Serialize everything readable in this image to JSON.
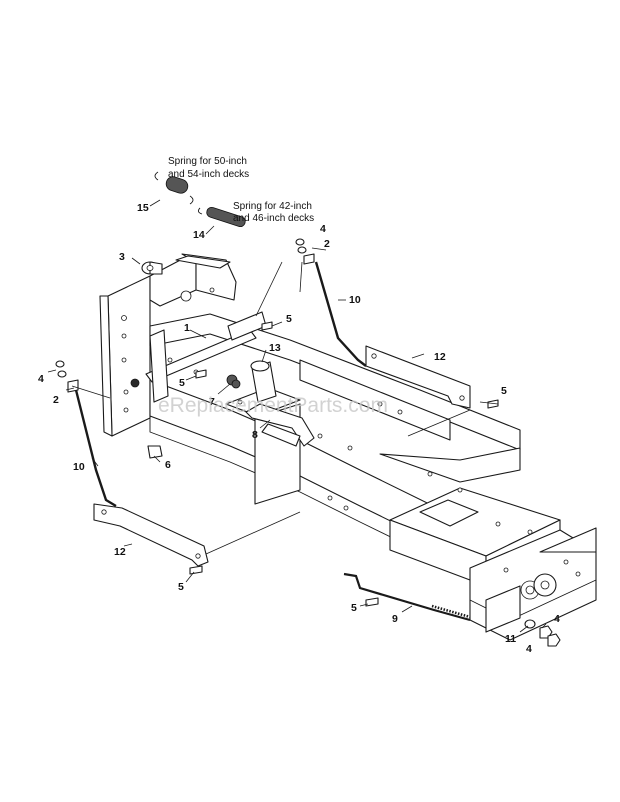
{
  "callouts": {
    "c1": "1",
    "c2a": "2",
    "c2b": "2",
    "c3": "3",
    "c4a": "4",
    "c4b": "4",
    "c4c": "4",
    "c4d": "4",
    "c5a": "5",
    "c5b": "5",
    "c5c": "5",
    "c5d": "5",
    "c5e": "5",
    "c6": "6",
    "c7": "7",
    "c8": "8",
    "c9": "9",
    "c10a": "10",
    "c10b": "10",
    "c11": "11",
    "c12a": "12",
    "c12b": "12",
    "c13": "13",
    "c14": "14",
    "c15": "15"
  },
  "notes": {
    "spring_large_line1": "Spring for 50-inch",
    "spring_large_line2": "and 54-inch decks",
    "spring_small_line1": "Spring for 42-inch",
    "spring_small_line2": "and 46-inch decks"
  },
  "watermark": "eReplacementParts.com"
}
